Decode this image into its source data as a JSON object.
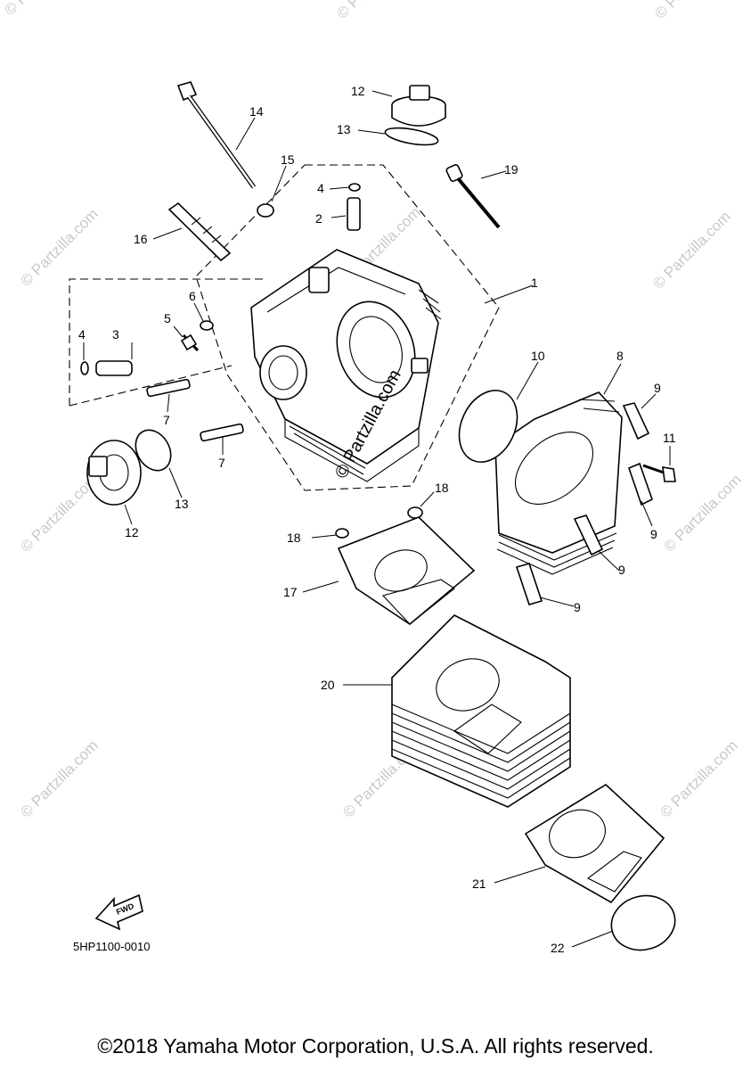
{
  "watermark": {
    "text": "© Partzilla.com",
    "center_text": "© Partzilla.com"
  },
  "figure_code": "5HP1100-0010",
  "direction_arrow": "FWD",
  "copyright": "©2018 Yamaha Motor Corporation, U.S.A. All rights reserved.",
  "callouts": [
    {
      "id": "1",
      "label": "1"
    },
    {
      "id": "2",
      "label": "2"
    },
    {
      "id": "3",
      "label": "3"
    },
    {
      "id": "4a",
      "label": "4"
    },
    {
      "id": "4b",
      "label": "4"
    },
    {
      "id": "5",
      "label": "5"
    },
    {
      "id": "6",
      "label": "6"
    },
    {
      "id": "7a",
      "label": "7"
    },
    {
      "id": "7b",
      "label": "7"
    },
    {
      "id": "8",
      "label": "8"
    },
    {
      "id": "9a",
      "label": "9"
    },
    {
      "id": "9b",
      "label": "9"
    },
    {
      "id": "9c",
      "label": "9"
    },
    {
      "id": "9d",
      "label": "9"
    },
    {
      "id": "10",
      "label": "10"
    },
    {
      "id": "11",
      "label": "11"
    },
    {
      "id": "12a",
      "label": "12"
    },
    {
      "id": "12b",
      "label": "12"
    },
    {
      "id": "13a",
      "label": "13"
    },
    {
      "id": "13b",
      "label": "13"
    },
    {
      "id": "14",
      "label": "14"
    },
    {
      "id": "15",
      "label": "15"
    },
    {
      "id": "16",
      "label": "16"
    },
    {
      "id": "17",
      "label": "17"
    },
    {
      "id": "18a",
      "label": "18"
    },
    {
      "id": "18b",
      "label": "18"
    },
    {
      "id": "19",
      "label": "19"
    },
    {
      "id": "20",
      "label": "20"
    },
    {
      "id": "21",
      "label": "21"
    },
    {
      "id": "22",
      "label": "22"
    }
  ]
}
